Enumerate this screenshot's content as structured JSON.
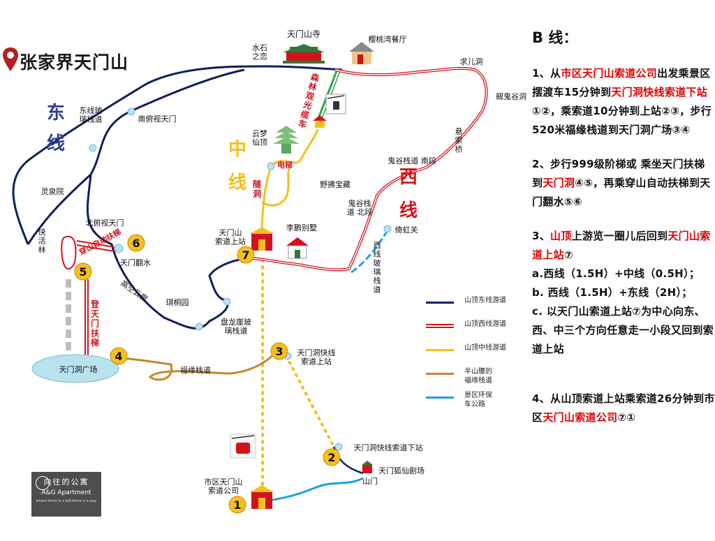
{
  "title": "张家界天门山",
  "route_name": "B 线：",
  "steps": [
    {
      "num": "1、",
      "parts": [
        {
          "t": "从",
          "hl": false
        },
        {
          "t": "市区天门山索道公司",
          "hl": true
        },
        {
          "t": "出发乘景区摆渡车15分钟到",
          "hl": false
        },
        {
          "t": "天门洞快线索道下站",
          "hl": true
        },
        {
          "t": "①②，乘索道10分钟到上站②③，步行520米福缘栈道到天门洞广场③④",
          "hl": false
        }
      ]
    },
    {
      "num": "2、",
      "parts": [
        {
          "t": "步行999级阶梯或 乘坐天门扶梯到",
          "hl": false
        },
        {
          "t": "天门洞",
          "hl": true
        },
        {
          "t": "④⑤，再乘穿山自动扶梯到天门翻水⑤⑥",
          "hl": false
        }
      ]
    },
    {
      "num": "3、",
      "parts": [
        {
          "t": "山顶",
          "hl": true
        },
        {
          "t": "上游览一圈儿后回到",
          "hl": false
        },
        {
          "t": "天门山索道上站",
          "hl": true
        },
        {
          "t": "⑦",
          "hl": false
        }
      ],
      "options": [
        "a.西线（1.5H）+中线（0.5H）；",
        "b. 西线（1.5H）+东线（2H）；",
        "c. 以天门山索道上站⑦为中心向东、西、中三个方向任意走一小段又回到索道上站"
      ]
    },
    {
      "num": "4、",
      "parts": [
        {
          "t": "从山顶索道上站乘索道26分钟到市区",
          "hl": false
        },
        {
          "t": "天门山索道公司",
          "hl": true
        },
        {
          "t": "⑦①",
          "hl": false
        }
      ]
    }
  ],
  "legend": [
    {
      "label": "山顶东线游道",
      "color": "#0d1f5c",
      "style": "solid"
    },
    {
      "label": "山顶西线游道",
      "color": "#d3131c",
      "style": "double"
    },
    {
      "label": "山顶中线游道",
      "color": "#f5c01a",
      "style": "solid"
    },
    {
      "label": "半山腰的\n福缘栈道",
      "color": "#c8862a",
      "style": "solid"
    },
    {
      "label": "景区环保\n车公路",
      "color": "#1da1e6",
      "style": "solid"
    }
  ],
  "route_labels": {
    "east": "东\n线",
    "middle": "中\n线",
    "west": "西\n线"
  },
  "places": {
    "temple": "天门山寺",
    "restaurant": "樱桃湾餐厅",
    "shuishi": "水石\n之恋",
    "qiuerdong": "求儿洞",
    "guanguigu": "觋鬼谷洞",
    "jueqiao": "悬\n索\n桥",
    "guigu_south": "鬼谷栈道 南段",
    "yejian": "野拂宝藏",
    "guigu_north": "鬼谷栈\n道 北段",
    "yihongguan": "倚虹关",
    "west_glass": "西\n线\n玻\n璃\n栈\n道",
    "east_glass": "东线玻\n璃栈道",
    "nanfu": "南俯视天门",
    "lingquanyuan": "灵泉院",
    "beifu": "北俯视天门",
    "kuaihuolin": "快\n活\n林",
    "escalator_label": "穿山自动扶梯",
    "fanshui": "天门翻水",
    "gaokong": "高空云廊",
    "qitongyuan": "琪桐园",
    "panlong": "盘龙崖玻\n璃栈道",
    "cableway_top": "天门山\n索道上站",
    "libie": "李鹏别墅",
    "forest_car": "森\n林\n观\n光\n缆\n车",
    "yunmeng": "云梦\n仙顶",
    "elevator": "电梯",
    "tunnel": "隧\n洞",
    "dengtianmen": "登\n天\n门\n扶\n梯",
    "tianmen_square": "天门洞广场",
    "fuyuan": "福缘栈道",
    "quick_top": "天门洞快线\n索道上站",
    "quick_bottom": "天门洞快线索道下站",
    "theater": "天门狐仙剧场",
    "shanmen": "山门",
    "city_cableway": "市区天门山\n索道公司"
  },
  "markers": [
    "1",
    "2",
    "3",
    "4",
    "5",
    "6",
    "7"
  ],
  "logo": {
    "cn": "向往的公寓",
    "en": "A&G Apartment",
    "sub": "where there is a will,there is a way"
  },
  "colors": {
    "east": "#0d1f5c",
    "west": "#d3131c",
    "middle": "#f5c01a",
    "fuyuan": "#c8862a",
    "road": "#1da1e6",
    "marker": "#f5c01a",
    "highlight": "#e00000"
  }
}
